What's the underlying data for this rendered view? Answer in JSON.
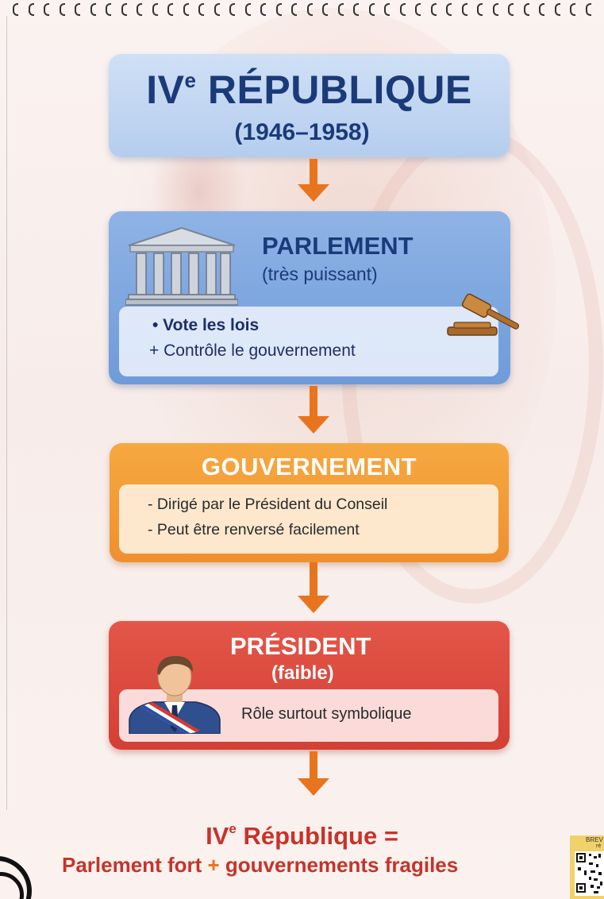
{
  "title": {
    "main": "IV",
    "main_sup": "e",
    "main_rest": " RÉPUBLIQUE",
    "years": "(1946–1958)"
  },
  "parlement": {
    "title": "PARLEMENT",
    "subtitle": "(très puissant)",
    "items": [
      "• Vote les lois",
      "+ Contrôle le gouvernement"
    ]
  },
  "gouvernement": {
    "title": "GOUVERNEMENT",
    "items": [
      "- Dirigé par le Président du Conseil",
      "- Peut être renversé facilement"
    ]
  },
  "president": {
    "title": "PRÉSIDENT",
    "subtitle": "(faible)",
    "role": "Rôle surtout symbolique"
  },
  "conclusion": {
    "line1_a": "IV",
    "line1_sup": "e",
    "line1_b": " République =",
    "line2_a": "Parlement fort ",
    "line2_plus": "+",
    "line2_b": " gouvernements fragiles"
  },
  "qr": {
    "label": "BREV",
    "label2": "ré"
  },
  "colors": {
    "title_blue": "#1b3a7a",
    "arrow_orange": "#e8741e",
    "parlement_blue": "#7fa7df",
    "gouvernement_orange": "#f29b36",
    "president_red": "#d9473b",
    "conclusion_red": "#c8322a"
  },
  "icons": [
    "temple-icon",
    "gavel-icon",
    "president-icon",
    "qr-code-icon",
    "circle-logo-icon"
  ]
}
